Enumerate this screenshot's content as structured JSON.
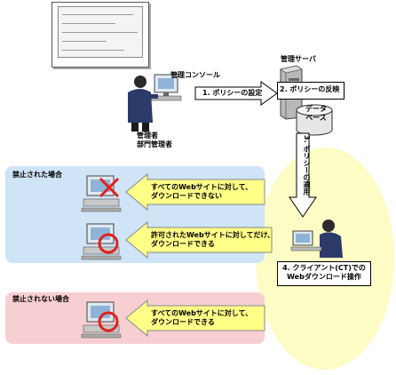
{
  "labels": {
    "console": "管理コンソール",
    "server": "管理サーバ",
    "admin": "管理者\n部門管理者",
    "database": "データ\nベース",
    "forbidden": "禁止された場合",
    "not_forbidden": "禁止されない場合"
  },
  "steps": {
    "s1": "1. ポリシーの設定",
    "s2": "2. ポリシーの反映",
    "s3": "3. ポリシーの適用",
    "s4": "4. クライアント(CT)での\nWebダウンロード操作"
  },
  "messages": {
    "m1": "すべてのWebサイトに対して、\nダウンロードできない",
    "m2": "許可されたWebサイトに対してだけ、\nダウンロードできる",
    "m3": "すべてのWebサイトに対して、\nダウンロードできる"
  },
  "colors": {
    "forbid_mark": "#e02020",
    "allow_mark": "#e02020",
    "zone_blue": "#cfe4f6",
    "zone_pink": "#f7cfd3",
    "client_zone": "#fcfcc4",
    "callout_fill": "#ffff88"
  },
  "icons": {
    "admin": "person-at-computer-icon",
    "server": "server-tower-icon",
    "db": "database-cylinder-icon",
    "pc": "desktop-pc-icon",
    "client": "person-at-computer-icon"
  }
}
